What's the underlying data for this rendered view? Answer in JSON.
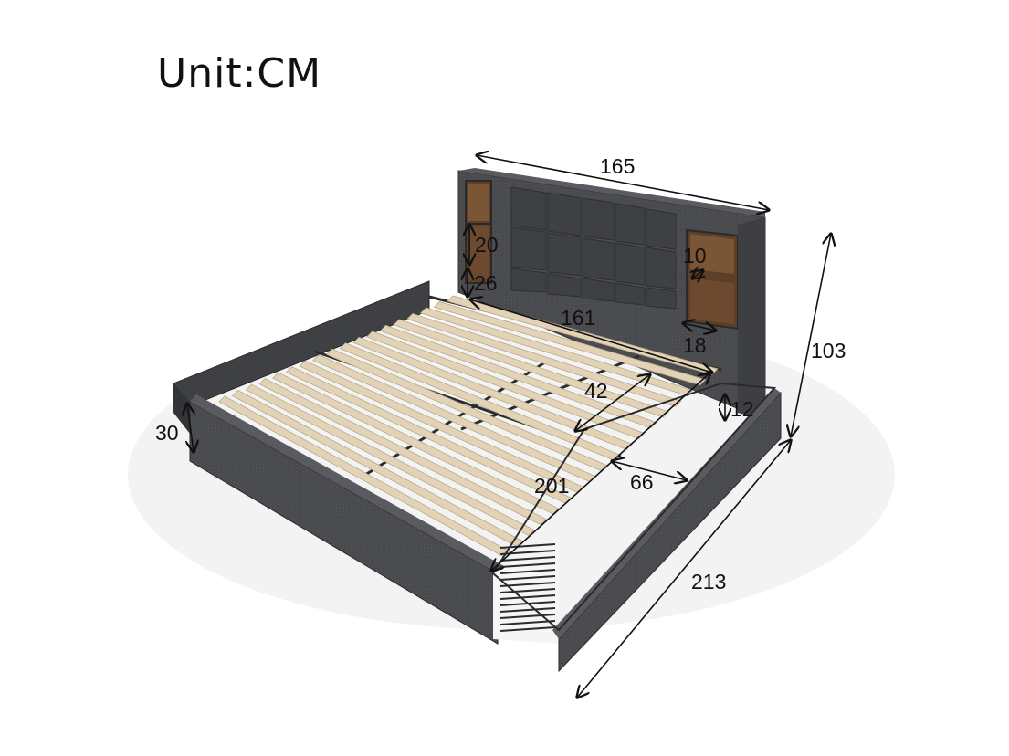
{
  "title": "Unit:CM",
  "dimensions": {
    "headboard_width": "165",
    "total_height": "103",
    "shelf_height": "20",
    "shelf_to_rail": "26",
    "shelf_depth": "10",
    "shelf_width": "18",
    "inner_width": "161",
    "slat_gap": "42",
    "drawer_height": "12",
    "side_rail_height": "30",
    "inner_length": "201",
    "drawer_length": "66",
    "total_length": "213"
  },
  "colors": {
    "fabric": "#4a4b4f",
    "fabric_dark": "#3a3b3f",
    "slat": "#e2d3b7",
    "metal": "#2b2b2b",
    "wood": "#6a4a2e"
  }
}
